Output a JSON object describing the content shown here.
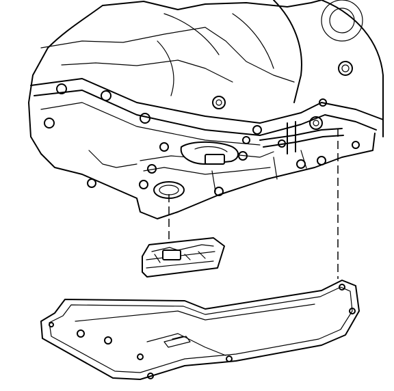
{
  "diagram": {
    "kind": "exploded-view line drawing",
    "subject_parts": [
      "transmission-case",
      "oil-filter",
      "oil-pan",
      "pan-gasket"
    ],
    "colors": {
      "line": "#000000",
      "background": "#ffffff"
    },
    "labels": []
  }
}
